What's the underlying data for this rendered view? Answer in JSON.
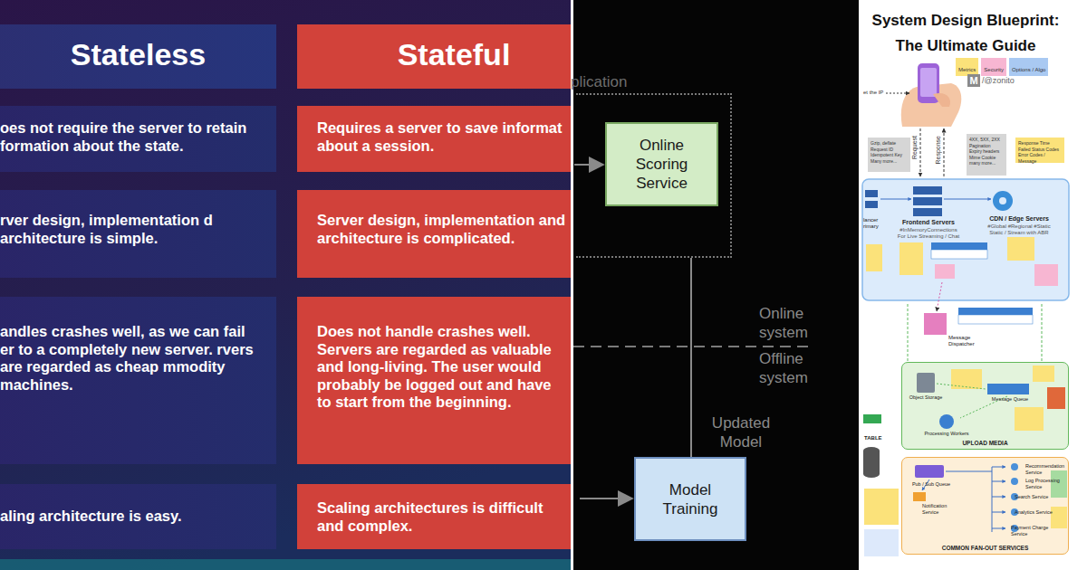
{
  "diagram": {
    "title": "System Design Blueprint: The Ultimate Guide",
    "nodes": [
      {
        "text": [
          "Stateless"
        ]
      },
      {
        "text": [
          "Stateful"
        ]
      },
      {
        "text": [
          "oes not require the server to retain formation about the state."
        ]
      },
      {
        "text": [
          "Requires a server to save informat about a session."
        ]
      },
      {
        "text": [
          "rver design, implementation d architecture is simple."
        ]
      },
      {
        "text": [
          "Server design, implementation and architecture is complicated."
        ]
      },
      {
        "text": [
          "andles crashes well, as we can fail er to a completely new server. rvers are regarded as cheap mmodity machines."
        ]
      },
      {
        "text": [
          "Does not handle crashes well. Servers are regarded as valuable and long-living. The user would probably be logged out and have to start from the beginning."
        ]
      },
      {
        "text": [
          "aling architecture is easy."
        ]
      },
      {
        "text": [
          "Scaling architectures is difficult and complex."
        ]
      },
      {
        "text": [
          "plication"
        ]
      },
      {
        "text": [
          "Online Scoring Service"
        ],
        "in": 10
      },
      {
        "text": [
          "Model Training"
        ]
      },
      {
        "text": [
          "Gzip, deflate Request ID Idempotent Key Many more..."
        ]
      },
      {
        "text": [
          "4XX, 5XX, 2XX Pagination Expiry headers Mime Cookie many more..."
        ]
      },
      {
        "text": [
          "Response Time Failed Status Codes Error Codes / Message"
        ]
      },
      {
        "text": [
          "UPLOAD MEDIA"
        ]
      },
      {
        "text": [
          "COMMON FAN-OUT SERVICES"
        ]
      }
    ],
    "edges": [
      {
        "from": 12,
        "to": 10,
        "label": "Updated Model",
        "arrow": "none"
      }
    ],
    "labels": [
      "Online system",
      "Offline system",
      "M",
      "/@zonito",
      "et the IP",
      "Request",
      "Response",
      "lancer rimary",
      "Frontend Servers",
      "#InMemoryConnections For Live Streaming / Chat",
      "CDN / Edge Servers",
      "#Global #Regional #Static Static / Stream with ABR",
      "Message Dispatcher",
      "Object Storage",
      "Message Queue",
      "Processing Workers",
      "TABLE",
      "Pub / Sub Queue",
      "Notification Service",
      "Recommendation Service",
      "Log Processing Service",
      "Search Service",
      "Analytics Service",
      "Payment Charge Service"
    ],
    "legend": [
      {
        "text": "Metrics",
        "color": "#fbe27a"
      },
      {
        "text": "Security",
        "color": "#f7b6d2"
      },
      {
        "text": "Options / Algo",
        "color": "#a9c9f2"
      }
    ]
  }
}
